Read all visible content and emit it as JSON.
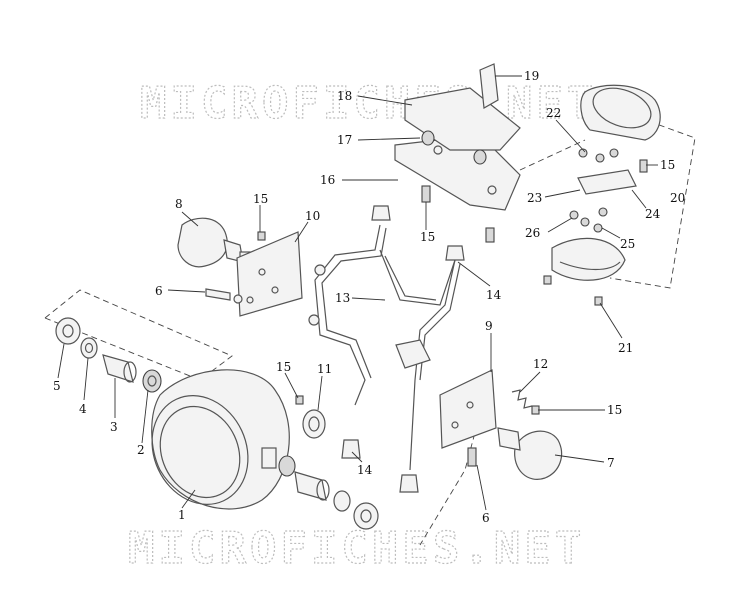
{
  "watermarks": [
    "MICROFICHES.NET",
    "MICROFICHES.NET"
  ],
  "callouts": [
    {
      "id": "c1",
      "label": "1"
    },
    {
      "id": "c2",
      "label": "2"
    },
    {
      "id": "c3",
      "label": "3"
    },
    {
      "id": "c4",
      "label": "4"
    },
    {
      "id": "c5",
      "label": "5"
    },
    {
      "id": "c6a",
      "label": "6"
    },
    {
      "id": "c6b",
      "label": "6"
    },
    {
      "id": "c7",
      "label": "7"
    },
    {
      "id": "c8",
      "label": "8"
    },
    {
      "id": "c9",
      "label": "9"
    },
    {
      "id": "c10",
      "label": "10"
    },
    {
      "id": "c11",
      "label": "11"
    },
    {
      "id": "c12",
      "label": "12"
    },
    {
      "id": "c13",
      "label": "13"
    },
    {
      "id": "c14a",
      "label": "14"
    },
    {
      "id": "c14b",
      "label": "14"
    },
    {
      "id": "c15a",
      "label": "15"
    },
    {
      "id": "c15b",
      "label": "15"
    },
    {
      "id": "c15c",
      "label": "15"
    },
    {
      "id": "c15d",
      "label": "15"
    },
    {
      "id": "c15e",
      "label": "15"
    },
    {
      "id": "c16",
      "label": "16"
    },
    {
      "id": "c17",
      "label": "17"
    },
    {
      "id": "c18",
      "label": "18"
    },
    {
      "id": "c19",
      "label": "19"
    },
    {
      "id": "c20",
      "label": "20"
    },
    {
      "id": "c21",
      "label": "21"
    },
    {
      "id": "c22",
      "label": "22"
    },
    {
      "id": "c23",
      "label": "23"
    },
    {
      "id": "c24",
      "label": "24"
    },
    {
      "id": "c25",
      "label": "25"
    },
    {
      "id": "c26",
      "label": "26"
    }
  ]
}
